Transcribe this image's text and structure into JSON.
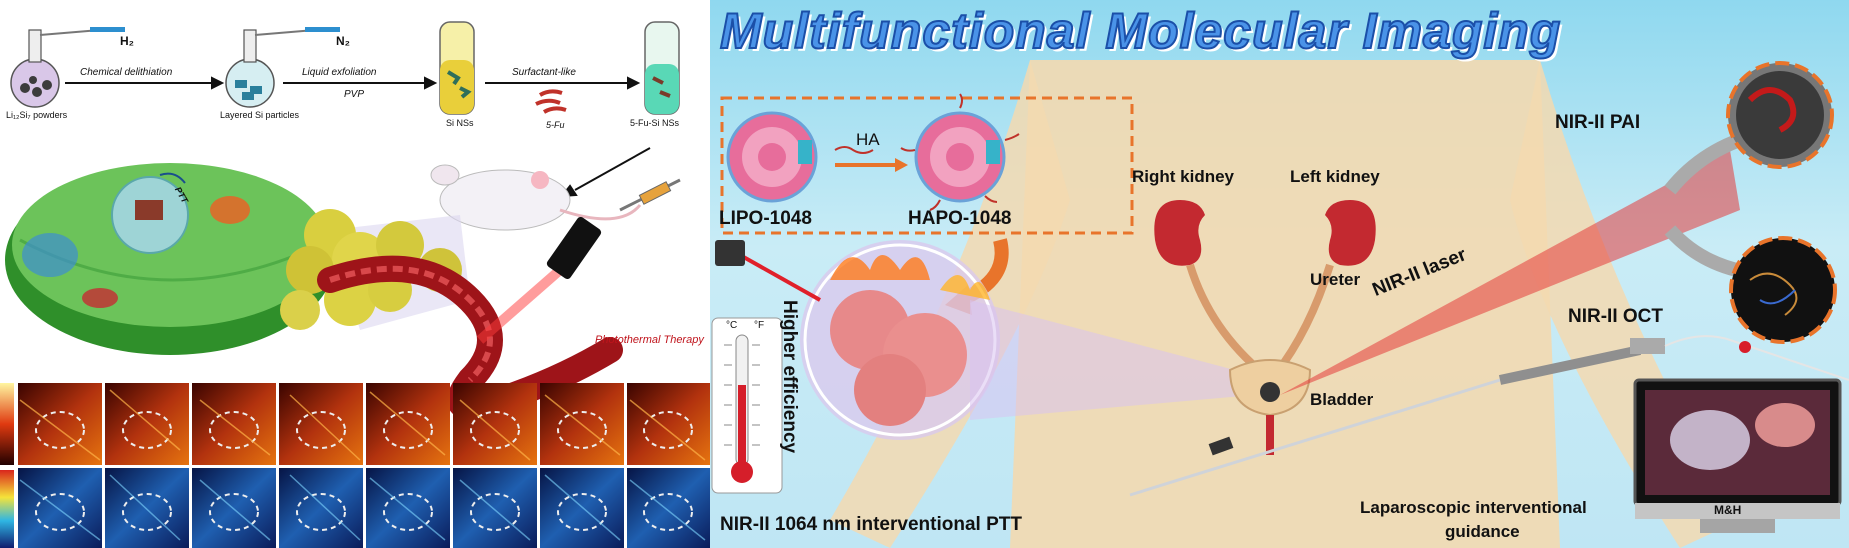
{
  "synthesis": {
    "h2": "H₂",
    "n2": "N₂",
    "step1": "Chemical delithiation",
    "step2_top": "Liquid exfoliation",
    "step2_bottom": "PVP",
    "step3": "Surfactant-like",
    "powder": "Li₁₂Si₇ powders",
    "layered": "Layered Si particles",
    "si_ns": "Si NSs",
    "fu": "5-Fu",
    "fu_si": "5-Fu-Si NSs"
  },
  "cell": {
    "ptt_label": "Photothermal Therapy",
    "drug_label": "PTT"
  },
  "right": {
    "title": "Multifunctional Molecular Imaging",
    "lipo": "LIPO-1048",
    "ha": "HA",
    "hapo": "HAPO-1048",
    "right_kidney": "Right kidney",
    "left_kidney": "Left kidney",
    "ureter": "Ureter",
    "bladder": "Bladder",
    "laser": "NIR-II laser",
    "pai": "NIR-II PAI",
    "oct": "NIR-II OCT",
    "higher": "Higher efficiency",
    "therm_c": "°C",
    "therm_f": "°F",
    "ptt_caption": "NIR-II 1064 nm interventional PTT",
    "lap1": "Laparoscopic interventional",
    "lap2": "guidance",
    "monitor": "M&H"
  },
  "colors": {
    "title_fill": "#4a93e8",
    "title_stroke": "#1b4fa8",
    "dash_box": "#e8742b",
    "cell_green": "#3fae3a",
    "vessel_red": "#b0141c",
    "skin": "#f3d9b0"
  }
}
